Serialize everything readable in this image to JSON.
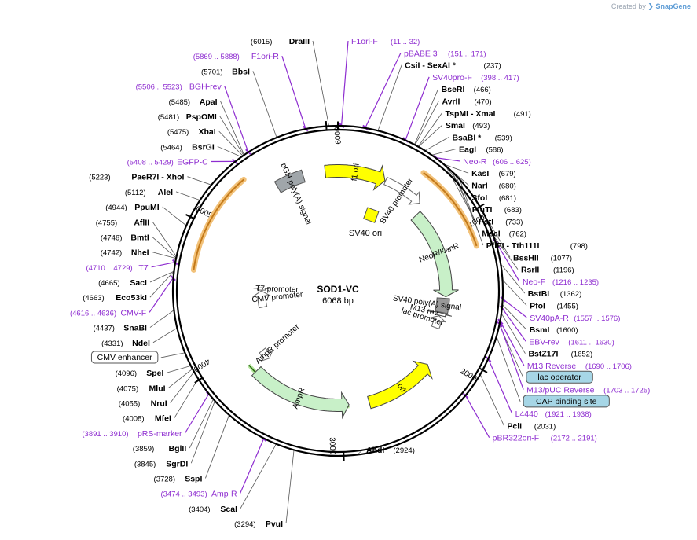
{
  "watermark": {
    "prefix": "Created by",
    "brand": "SnapGene"
  },
  "plasmid": {
    "name": "SOD1-VC",
    "size_label": "6068 bp",
    "length": 6068
  },
  "colors": {
    "enzyme": "#000000",
    "primer": "#8e2dd0",
    "backbone": "#000000",
    "tick": "#000000"
  },
  "ticks": [
    {
      "label": "1000",
      "pos": 1000
    },
    {
      "label": "2000",
      "pos": 2000
    },
    {
      "label": "3000",
      "pos": 3000
    },
    {
      "label": "4000",
      "pos": 4000
    },
    {
      "label": "5000",
      "pos": 5000
    },
    {
      "label": "6000",
      "pos": 6000
    }
  ],
  "features": [
    {
      "name": "f1 ori",
      "start": 5965,
      "end": 390,
      "dir": 1,
      "type": "ori",
      "color": "#ffff00",
      "label_inside": true
    },
    {
      "name": "SV40 promoter",
      "start": 395,
      "end": 725,
      "dir": 1,
      "type": "promoter",
      "color": "#ffffff",
      "label_inside": false
    },
    {
      "name": "NeoR/KanR",
      "start": 775,
      "end": 1570,
      "dir": 1,
      "type": "cds",
      "color": "#c8f0c8",
      "label_inside": true
    },
    {
      "name": "SV40 poly(A) signal",
      "start": 1585,
      "end": 1715,
      "dir": 0,
      "type": "terminator",
      "color": "#999999",
      "label_inside": false
    },
    {
      "name": "lac promoter",
      "start": 1750,
      "end": 1865,
      "dir": -1,
      "type": "promoter",
      "color": "#ffffff",
      "label_inside": false
    },
    {
      "name": "M13 rev",
      "start": 1720,
      "end": 1745,
      "dir": -1,
      "type": "primer",
      "color": "#ffffff",
      "label_inside": false
    },
    {
      "name": "ori",
      "start": 2180,
      "end": 2770,
      "dir": -1,
      "type": "ori",
      "color": "#ffff00",
      "label_inside": true
    },
    {
      "name": "AmpR",
      "start": 2940,
      "end": 3800,
      "dir": -1,
      "type": "cds",
      "color": "#c8f0c8",
      "label_inside": true
    },
    {
      "name": "AmpR promoter",
      "start": 3800,
      "end": 3905,
      "dir": -1,
      "type": "promoter",
      "color": "#ffffff",
      "label_inside": false
    },
    {
      "name": "CMV promoter",
      "start": 4345,
      "end": 4550,
      "dir": 1,
      "type": "promoter",
      "color": "#ffffff",
      "label_inside": false
    },
    {
      "name": "T7 promoter",
      "start": 4560,
      "end": 4590,
      "dir": 1,
      "type": "promoter",
      "color": "#ffffff",
      "label_inside": false
    },
    {
      "name": "bGH poly(A) signal",
      "start": 5560,
      "end": 5785,
      "dir": 0,
      "type": "terminator",
      "color": "#a0a6aa",
      "label_inside": false
    },
    {
      "name": "SV40 ori",
      "start": 620,
      "end": 700,
      "dir": 0,
      "type": "ori-small",
      "color": "#ffff00",
      "label_inside": false
    }
  ],
  "orange_arcs": [
    {
      "name": "SOD1-VC insert arc left",
      "start": 4690,
      "end": 5390
    },
    {
      "name": "Neo-R primer arc right",
      "start": 606,
      "end": 1215
    }
  ],
  "green_arcs": [
    {
      "name": "NeoR inner",
      "start": 800,
      "end": 1570
    },
    {
      "name": "AmpR inner",
      "start": 2940,
      "end": 3880
    }
  ],
  "labels_left": [
    {
      "text": "DraIII",
      "pos_text": "(6015)",
      "pos": 6015,
      "kind": "enzyme"
    },
    {
      "text": "F1ori-R",
      "pos_text": "(5869 .. 5888)",
      "pos": 5878,
      "kind": "primer"
    },
    {
      "text": "BbsI",
      "pos_text": "(5701)",
      "pos": 5701,
      "kind": "enzyme"
    },
    {
      "text": "BGH-rev",
      "pos_text": "(5506 .. 5523)",
      "pos": 5514,
      "kind": "primer"
    },
    {
      "text": "ApaI",
      "pos_text": "(5485)",
      "pos": 5485,
      "kind": "enzyme"
    },
    {
      "text": "PspOMI",
      "pos_text": "(5481)",
      "pos": 5481,
      "kind": "enzyme"
    },
    {
      "text": "XbaI",
      "pos_text": "(5475)",
      "pos": 5475,
      "kind": "enzyme"
    },
    {
      "text": "BsrGI",
      "pos_text": "(5464)",
      "pos": 5464,
      "kind": "enzyme"
    },
    {
      "text": "EGFP-C",
      "pos_text": "(5408 .. 5429)",
      "pos": 5418,
      "kind": "primer"
    },
    {
      "text": "PaeR7I - XhoI",
      "pos_text": "(5223)",
      "pos": 5223,
      "kind": "enzyme"
    },
    {
      "text": "AleI",
      "pos_text": "(5112)",
      "pos": 5112,
      "kind": "enzyme"
    },
    {
      "text": "PpuMI",
      "pos_text": "(4944)",
      "pos": 4944,
      "kind": "enzyme"
    },
    {
      "text": "AflII",
      "pos_text": "(4755)",
      "pos": 4755,
      "kind": "enzyme"
    },
    {
      "text": "BmtI",
      "pos_text": "(4746)",
      "pos": 4746,
      "kind": "enzyme"
    },
    {
      "text": "NheI",
      "pos_text": "(4742)",
      "pos": 4742,
      "kind": "enzyme"
    },
    {
      "text": "T7",
      "pos_text": "(4710 .. 4729)",
      "pos": 4719,
      "kind": "primer"
    },
    {
      "text": "SacI",
      "pos_text": "(4665)",
      "pos": 4665,
      "kind": "enzyme"
    },
    {
      "text": "Eco53kI",
      "pos_text": "(4663)",
      "pos": 4663,
      "kind": "enzyme"
    },
    {
      "text": "CMV-F",
      "pos_text": "(4616 .. 4636)",
      "pos": 4626,
      "kind": "primer"
    },
    {
      "text": "SnaBI",
      "pos_text": "(4437)",
      "pos": 4437,
      "kind": "enzyme"
    },
    {
      "text": "NdeI",
      "pos_text": "(4331)",
      "pos": 4331,
      "kind": "enzyme"
    },
    {
      "text": "CMV enhancer",
      "pos_text": "",
      "pos": 4180,
      "kind": "boxed"
    },
    {
      "text": "SpeI",
      "pos_text": "(4096)",
      "pos": 4096,
      "kind": "enzyme"
    },
    {
      "text": "MluI",
      "pos_text": "(4075)",
      "pos": 4075,
      "kind": "enzyme"
    },
    {
      "text": "NruI",
      "pos_text": "(4055)",
      "pos": 4055,
      "kind": "enzyme"
    },
    {
      "text": "MfeI",
      "pos_text": "(4008)",
      "pos": 4008,
      "kind": "enzyme"
    },
    {
      "text": "pRS-marker",
      "pos_text": "(3891 .. 3910)",
      "pos": 3900,
      "kind": "primer"
    },
    {
      "text": "BglII",
      "pos_text": "(3859)",
      "pos": 3859,
      "kind": "enzyme"
    },
    {
      "text": "SgrDI",
      "pos_text": "(3845)",
      "pos": 3845,
      "kind": "enzyme"
    },
    {
      "text": "SspI",
      "pos_text": "(3728)",
      "pos": 3728,
      "kind": "enzyme"
    },
    {
      "text": "Amp-R",
      "pos_text": "(3474 .. 3493)",
      "pos": 3483,
      "kind": "primer"
    },
    {
      "text": "ScaI",
      "pos_text": "(3404)",
      "pos": 3404,
      "kind": "enzyme"
    },
    {
      "text": "PvuI",
      "pos_text": "(3294)",
      "pos": 3294,
      "kind": "enzyme"
    }
  ],
  "labels_right": [
    {
      "text": "F1ori-F",
      "pos_text": "(11 .. 32)",
      "pos": 21,
      "kind": "primer"
    },
    {
      "text": "pBABE 3'",
      "pos_text": "(151 .. 171)",
      "pos": 161,
      "kind": "primer"
    },
    {
      "text": "CsiI - SexAI *",
      "pos_text": "(237)",
      "pos": 237,
      "kind": "enzyme"
    },
    {
      "text": "SV40pro-F",
      "pos_text": "(398 .. 417)",
      "pos": 407,
      "kind": "primer"
    },
    {
      "text": "BseRI",
      "pos_text": "(466)",
      "pos": 466,
      "kind": "enzyme"
    },
    {
      "text": "AvrII",
      "pos_text": "(470)",
      "pos": 470,
      "kind": "enzyme"
    },
    {
      "text": "TspMI - XmaI",
      "pos_text": "(491)",
      "pos": 491,
      "kind": "enzyme"
    },
    {
      "text": "SmaI",
      "pos_text": "(493)",
      "pos": 493,
      "kind": "enzyme"
    },
    {
      "text": "BsaBI *",
      "pos_text": "(539)",
      "pos": 539,
      "kind": "enzyme"
    },
    {
      "text": "EagI",
      "pos_text": "(586)",
      "pos": 586,
      "kind": "enzyme"
    },
    {
      "text": "Neo-R",
      "pos_text": "(606 .. 625)",
      "pos": 615,
      "kind": "primer"
    },
    {
      "text": "KasI",
      "pos_text": "(679)",
      "pos": 679,
      "kind": "enzyme"
    },
    {
      "text": "NarI",
      "pos_text": "(680)",
      "pos": 680,
      "kind": "enzyme"
    },
    {
      "text": "SfoI",
      "pos_text": "(681)",
      "pos": 681,
      "kind": "enzyme"
    },
    {
      "text": "PluTI",
      "pos_text": "(683)",
      "pos": 683,
      "kind": "enzyme"
    },
    {
      "text": "PstI",
      "pos_text": "(733)",
      "pos": 733,
      "kind": "enzyme"
    },
    {
      "text": "MscI",
      "pos_text": "(762)",
      "pos": 762,
      "kind": "enzyme"
    },
    {
      "text": "PflFI - Tth111I",
      "pos_text": "(798)",
      "pos": 798,
      "kind": "enzyme"
    },
    {
      "text": "BssHII",
      "pos_text": "(1077)",
      "pos": 1077,
      "kind": "enzyme"
    },
    {
      "text": "RsrII",
      "pos_text": "(1196)",
      "pos": 1196,
      "kind": "enzyme"
    },
    {
      "text": "Neo-F",
      "pos_text": "(1216 .. 1235)",
      "pos": 1225,
      "kind": "primer"
    },
    {
      "text": "BstBI",
      "pos_text": "(1362)",
      "pos": 1362,
      "kind": "enzyme"
    },
    {
      "text": "PfoI",
      "pos_text": "(1455)",
      "pos": 1455,
      "kind": "enzyme"
    },
    {
      "text": "SV40pA-R",
      "pos_text": "(1557 .. 1576)",
      "pos": 1566,
      "kind": "primer"
    },
    {
      "text": "BsmI",
      "pos_text": "(1600)",
      "pos": 1600,
      "kind": "enzyme"
    },
    {
      "text": "EBV-rev",
      "pos_text": "(1611 .. 1630)",
      "pos": 1620,
      "kind": "primer"
    },
    {
      "text": "BstZ17I",
      "pos_text": "(1652)",
      "pos": 1652,
      "kind": "enzyme"
    },
    {
      "text": "M13 Reverse",
      "pos_text": "(1690 .. 1706)",
      "pos": 1698,
      "kind": "primer"
    },
    {
      "text": "lac operator",
      "pos_text": "",
      "pos": 1720,
      "kind": "boxed-blue"
    },
    {
      "text": "M13/pUC Reverse",
      "pos_text": "(1703 .. 1725)",
      "pos": 1714,
      "kind": "primer"
    },
    {
      "text": "CAP binding site",
      "pos_text": "",
      "pos": 1790,
      "kind": "boxed-blue"
    },
    {
      "text": "L4440",
      "pos_text": "(1921 .. 1938)",
      "pos": 1929,
      "kind": "primer"
    },
    {
      "text": "PciI",
      "pos_text": "(2031)",
      "pos": 2031,
      "kind": "enzyme"
    },
    {
      "text": "pBR322ori-F",
      "pos_text": "(2172 .. 2191)",
      "pos": 2181,
      "kind": "primer"
    },
    {
      "text": "AhdI",
      "pos_text": "(2924)",
      "pos": 2924,
      "kind": "enzyme"
    }
  ]
}
